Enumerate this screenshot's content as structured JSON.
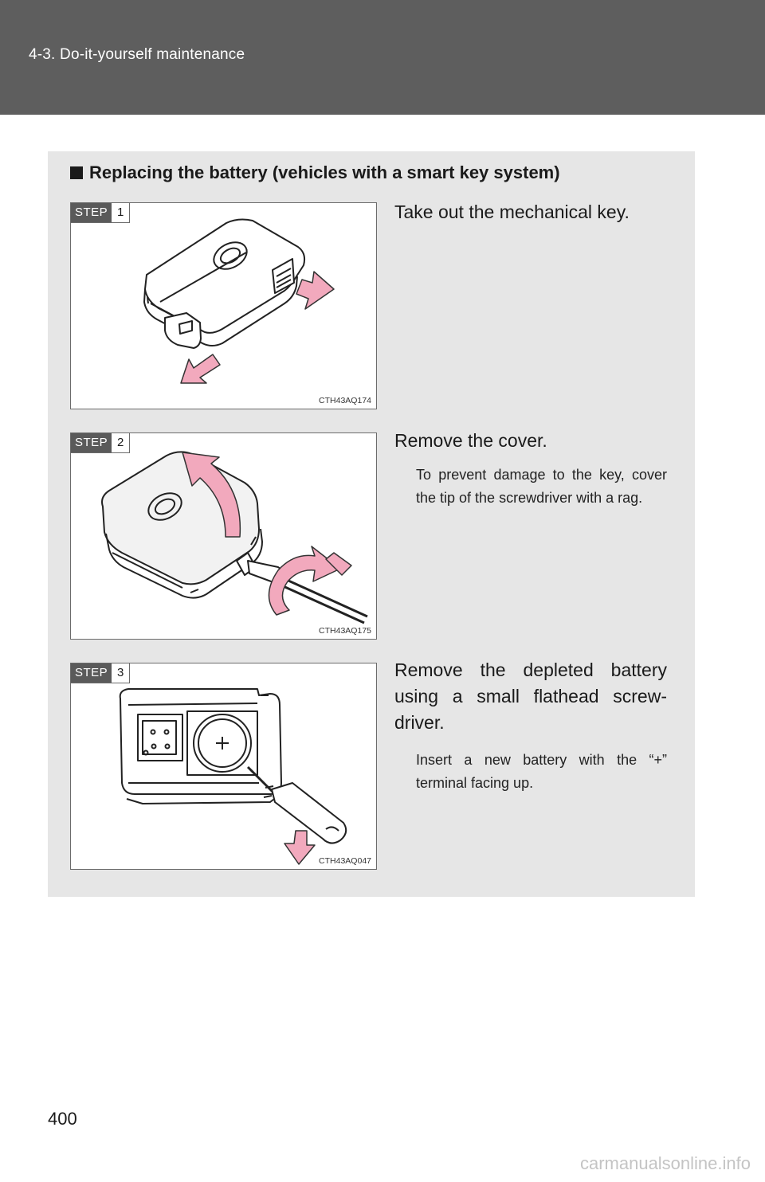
{
  "header": {
    "section": "4-3. Do-it-yourself maintenance"
  },
  "section_title": "Replacing the battery (vehicles with a smart key system)",
  "steps": [
    {
      "badge": "STEP",
      "number": "1",
      "figure_code": "CTH43AQ174",
      "instruction": "Take out the mechanical key.",
      "note": ""
    },
    {
      "badge": "STEP",
      "number": "2",
      "figure_code": "CTH43AQ175",
      "instruction": "Remove the cover.",
      "note": "To prevent damage to the key, cover the tip of the screwdriver with a rag."
    },
    {
      "badge": "STEP",
      "number": "3",
      "figure_code": "CTH43AQ047",
      "instruction": "Remove the depleted battery using a small flathead screw-driver.",
      "note": "Insert a new battery with the “+” terminal facing up."
    }
  ],
  "page_number": "400",
  "watermark": "carmanualsonline.info",
  "colors": {
    "header": "#5e5e5e",
    "panel": "#e6e6e6",
    "arrow": "#f2a9bd"
  }
}
